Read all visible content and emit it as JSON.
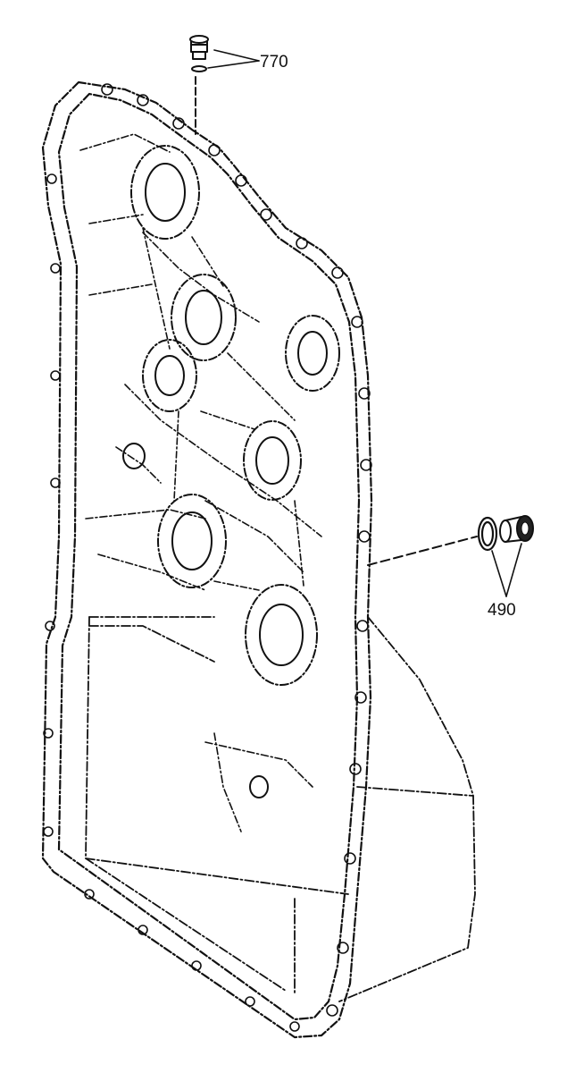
{
  "diagram": {
    "line_color": "#111111",
    "background": "#ffffff",
    "callouts": [
      {
        "id": "770",
        "label": "770",
        "parts": [
          "plug-screw",
          "sealing-ring"
        ]
      },
      {
        "id": "490",
        "label": "490",
        "parts": [
          "sealing-ring",
          "plug-screw"
        ]
      }
    ]
  }
}
